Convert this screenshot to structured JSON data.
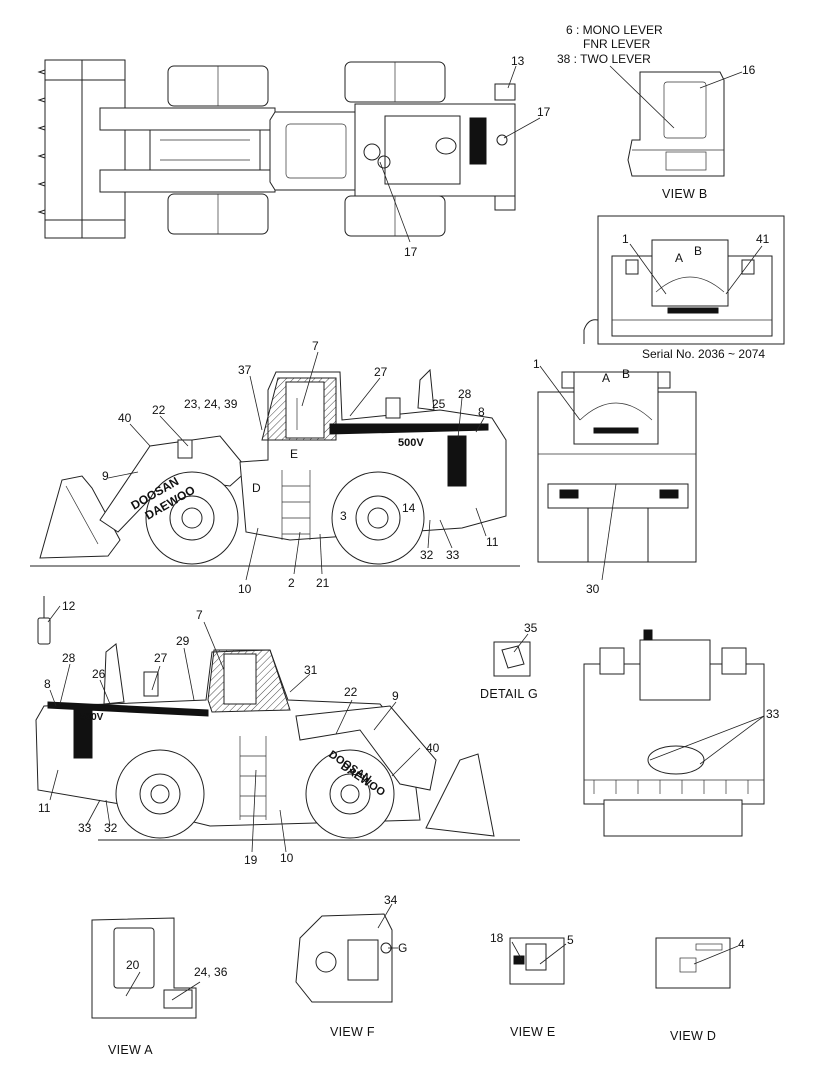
{
  "legend": {
    "line1": "6 : MONO LEVER",
    "line2": "FNR LEVER",
    "line3": "38 : TWO LEVER"
  },
  "views": {
    "view_b": "VIEW  B",
    "view_a": "VIEW  A",
    "view_f": "VIEW  F",
    "view_e": "VIEW  E",
    "view_d": "VIEW  D",
    "detail_g": "DETAIL  G"
  },
  "serial": "Serial No. 2036 ~ 2074",
  "callouts": {
    "top_13": "13",
    "top_17a": "17",
    "top_17b": "17",
    "vb_16": "16",
    "inset_1": "1",
    "inset_41": "41",
    "inset_A": "A",
    "inset_B": "B",
    "s_7": "7",
    "s_37": "37",
    "s_27": "27",
    "s_22": "22",
    "s_23": "23, 24, 39",
    "s_40": "40",
    "s_25": "25",
    "s_28": "28",
    "s_8": "8",
    "s_9": "9",
    "s_D": "D",
    "s_E": "E",
    "s_3": "3",
    "s_14": "14",
    "s_11": "11",
    "s_10": "10",
    "s_2": "2",
    "s_21": "21",
    "s_32": "32",
    "s_33": "33",
    "r_1": "1",
    "r_A": "A",
    "r_B": "B",
    "r_30": "30",
    "l_12": "12",
    "l_7": "7",
    "l_29": "29",
    "l_31": "31",
    "l_28": "28",
    "l_26": "26",
    "l_27": "27",
    "l_8": "8",
    "l_22": "22",
    "l_9": "9",
    "l_40": "40",
    "l_11": "11",
    "l_33": "33",
    "l_32": "32",
    "l_19": "19",
    "l_10": "10",
    "dg_35": "35",
    "rear_33": "33",
    "va_20": "20",
    "va_24": "24, 36",
    "vf_34": "34",
    "vf_G": "G",
    "ve_18": "18",
    "ve_5": "5",
    "vd_4": "4"
  },
  "decals": {
    "brand1": "DOOSAN",
    "brand2": "DAEWOO",
    "model": "500V"
  }
}
